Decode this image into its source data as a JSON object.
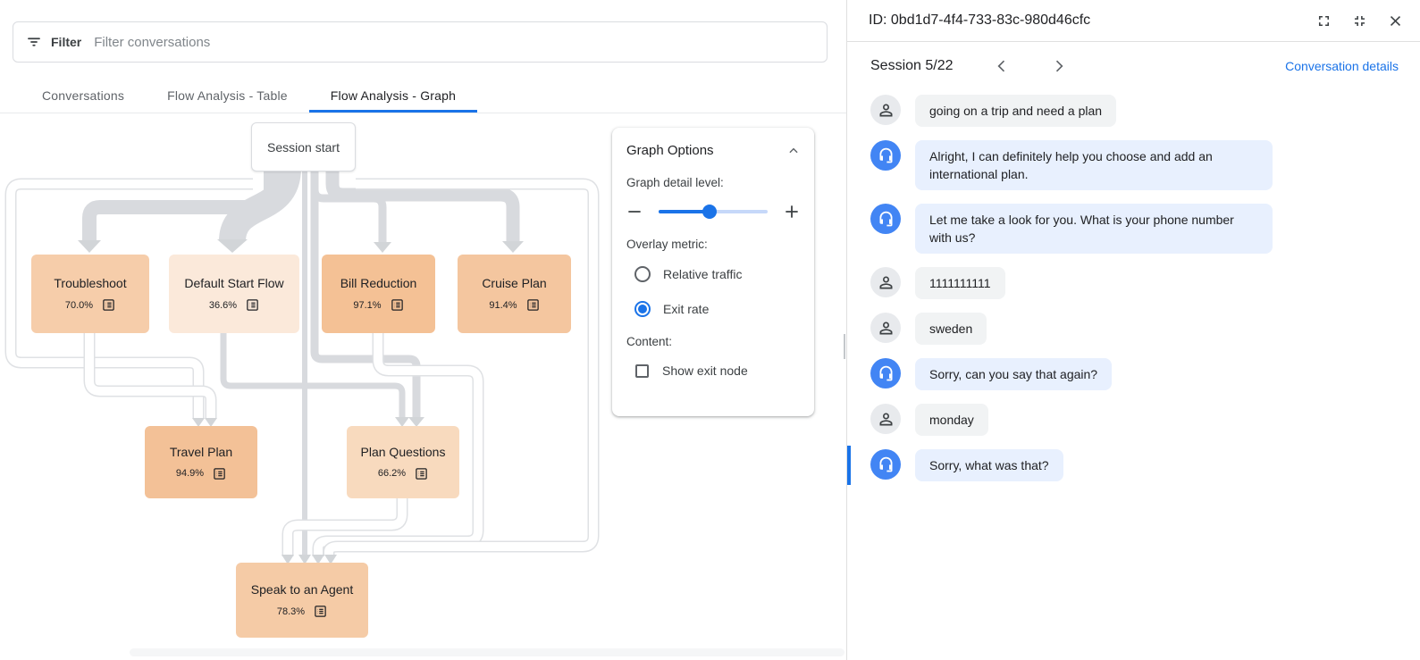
{
  "left_panel": {
    "filter": {
      "label": "Filter",
      "placeholder": "Filter conversations"
    },
    "tabs": [
      {
        "label": "Conversations",
        "active": false
      },
      {
        "label": "Flow Analysis - Table",
        "active": false
      },
      {
        "label": "Flow Analysis - Graph",
        "active": true
      }
    ],
    "graph": {
      "nodes": [
        {
          "id": "session-start",
          "label": "Session start"
        },
        {
          "id": "troubleshoot",
          "label": "Troubleshoot",
          "exit_rate": "70.0%",
          "color": "#f6cdaa"
        },
        {
          "id": "default-start-flow",
          "label": "Default Start Flow",
          "exit_rate": "36.6%",
          "color": "#fbe9da"
        },
        {
          "id": "bill-reduction",
          "label": "Bill Reduction",
          "exit_rate": "97.1%",
          "color": "#f4c195"
        },
        {
          "id": "cruise-plan",
          "label": "Cruise Plan",
          "exit_rate": "91.4%",
          "color": "#f4c69f"
        },
        {
          "id": "travel-plan",
          "label": "Travel Plan",
          "exit_rate": "94.9%",
          "color": "#f3c197"
        },
        {
          "id": "plan-questions",
          "label": "Plan Questions",
          "exit_rate": "66.2%",
          "color": "#f8dabe"
        },
        {
          "id": "speak-to-an-agent",
          "label": "Speak to an Agent",
          "exit_rate": "78.3%",
          "color": "#f5cba6"
        }
      ],
      "edges": [
        {
          "from": "session-start",
          "to": "troubleshoot"
        },
        {
          "from": "session-start",
          "to": "default-start-flow"
        },
        {
          "from": "session-start",
          "to": "bill-reduction"
        },
        {
          "from": "session-start",
          "to": "cruise-plan"
        },
        {
          "from": "session-start",
          "to": "travel-plan"
        },
        {
          "from": "session-start",
          "to": "plan-questions"
        },
        {
          "from": "session-start",
          "to": "speak-to-an-agent"
        },
        {
          "from": "troubleshoot",
          "to": "travel-plan"
        },
        {
          "from": "default-start-flow",
          "to": "plan-questions"
        },
        {
          "from": "bill-reduction",
          "to": "speak-to-an-agent"
        },
        {
          "from": "plan-questions",
          "to": "speak-to-an-agent"
        }
      ]
    },
    "graph_options": {
      "title": "Graph Options",
      "detail_label": "Graph detail level:",
      "detail_level_percent": 47,
      "overlay_label": "Overlay metric:",
      "radios": [
        {
          "label": "Relative traffic",
          "selected": false
        },
        {
          "label": "Exit rate",
          "selected": true
        }
      ],
      "content_label": "Content:",
      "checkbox": {
        "label": "Show exit node",
        "checked": false
      }
    }
  },
  "right_panel": {
    "title": "ID: 0bd1d7-4f4-733-83c-980d46cfc",
    "session_label": "Session 5/22",
    "details_link": "Conversation details",
    "messages": [
      {
        "role": "user",
        "text": "going on a trip and need a plan",
        "selected": false
      },
      {
        "role": "bot",
        "text": "Alright, I can definitely help you choose and add an international plan.",
        "selected": false
      },
      {
        "role": "bot",
        "text": "Let me take a look for you. What is your phone number with us?",
        "selected": false
      },
      {
        "role": "user",
        "text": "1111111111",
        "selected": false
      },
      {
        "role": "user",
        "text": "sweden",
        "selected": false
      },
      {
        "role": "bot",
        "text": "Sorry, can you say that again?",
        "selected": false
      },
      {
        "role": "user",
        "text": "monday",
        "selected": false
      },
      {
        "role": "bot",
        "text": "Sorry, what was that?",
        "selected": true
      }
    ]
  },
  "colors": {
    "accent": "#1a73e8",
    "bot_avatar": "#4285f4",
    "bot_bubble": "#e8f0fe",
    "user_bubble": "#f1f3f4",
    "edge": "#d8dade",
    "tab_inactive": "#5f6368"
  }
}
